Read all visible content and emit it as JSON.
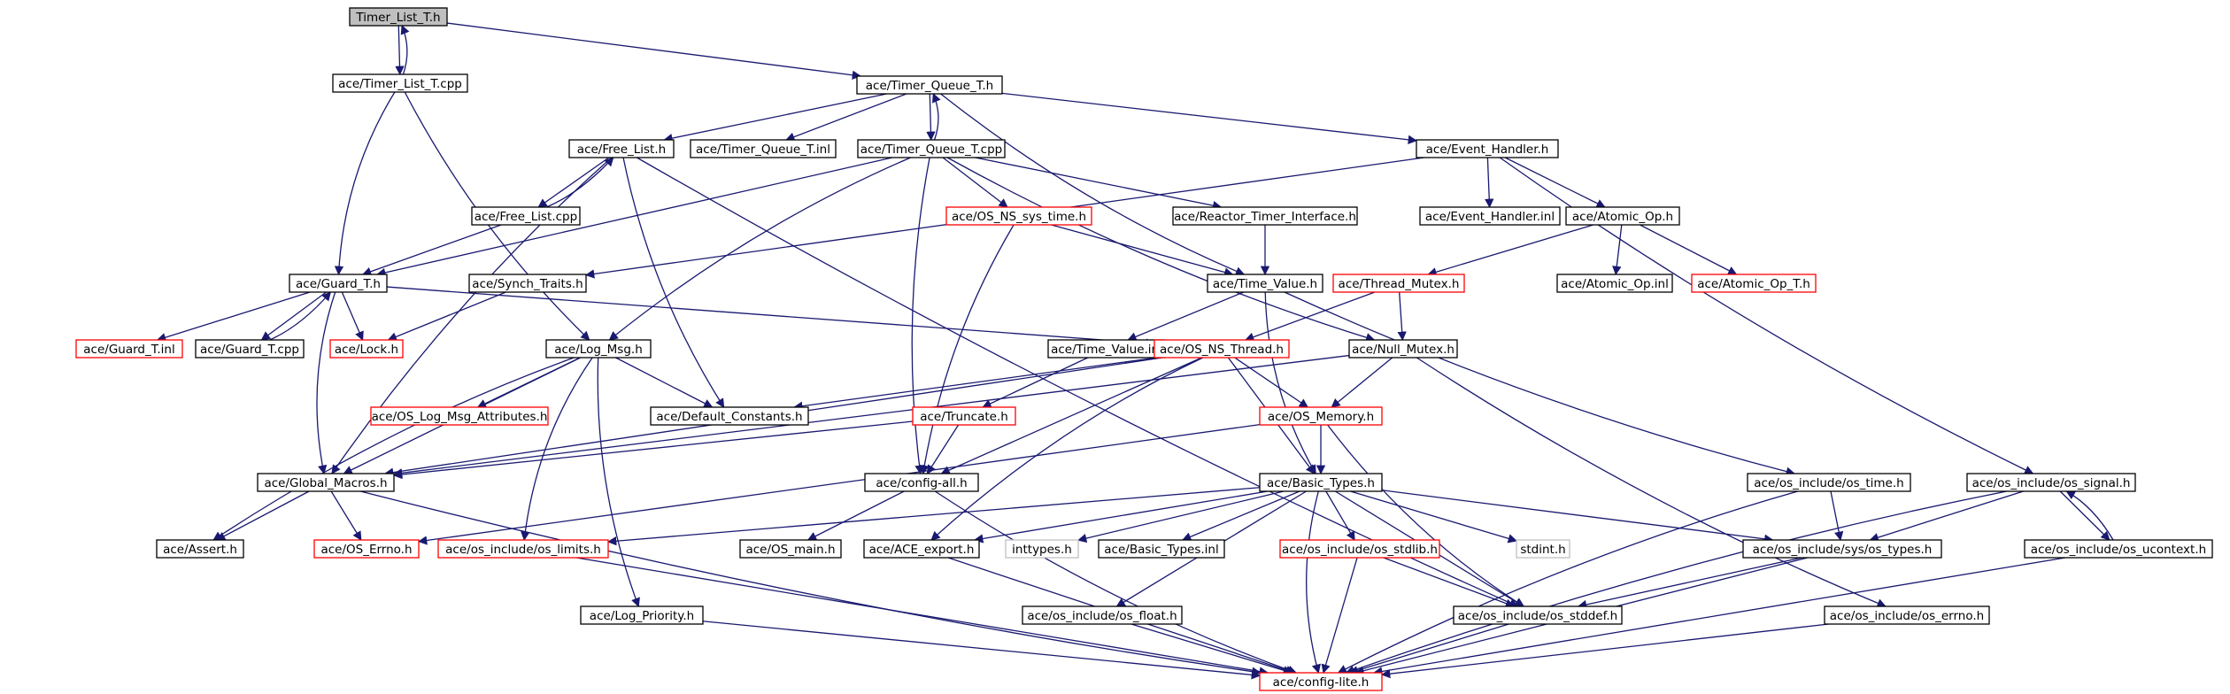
{
  "graph": {
    "nodes": [
      {
        "id": "timer_list_t_h",
        "label": "Timer_List_T.h",
        "style": "root"
      },
      {
        "id": "timer_list_t_cpp",
        "label": "ace/Timer_List_T.cpp",
        "style": "normal"
      },
      {
        "id": "timer_queue_t_h",
        "label": "ace/Timer_Queue_T.h",
        "style": "normal"
      },
      {
        "id": "free_list_h",
        "label": "ace/Free_List.h",
        "style": "normal"
      },
      {
        "id": "timer_queue_t_inl",
        "label": "ace/Timer_Queue_T.inl",
        "style": "normal"
      },
      {
        "id": "timer_queue_t_cpp",
        "label": "ace/Timer_Queue_T.cpp",
        "style": "normal"
      },
      {
        "id": "event_handler_h",
        "label": "ace/Event_Handler.h",
        "style": "normal"
      },
      {
        "id": "free_list_cpp",
        "label": "ace/Free_List.cpp",
        "style": "normal"
      },
      {
        "id": "os_ns_sys_time_h",
        "label": "ace/OS_NS_sys_time.h",
        "style": "red"
      },
      {
        "id": "reactor_timer_interface_h",
        "label": "ace/Reactor_Timer_Interface.h",
        "style": "normal"
      },
      {
        "id": "event_handler_inl",
        "label": "ace/Event_Handler.inl",
        "style": "normal"
      },
      {
        "id": "atomic_op_h",
        "label": "ace/Atomic_Op.h",
        "style": "normal"
      },
      {
        "id": "guard_t_h",
        "label": "ace/Guard_T.h",
        "style": "normal"
      },
      {
        "id": "synch_traits_h",
        "label": "ace/Synch_Traits.h",
        "style": "normal"
      },
      {
        "id": "time_value_h",
        "label": "ace/Time_Value.h",
        "style": "normal"
      },
      {
        "id": "thread_mutex_h",
        "label": "ace/Thread_Mutex.h",
        "style": "red"
      },
      {
        "id": "atomic_op_inl",
        "label": "ace/Atomic_Op.inl",
        "style": "normal"
      },
      {
        "id": "atomic_op_t_h",
        "label": "ace/Atomic_Op_T.h",
        "style": "red"
      },
      {
        "id": "guard_t_inl",
        "label": "ace/Guard_T.inl",
        "style": "red"
      },
      {
        "id": "guard_t_cpp",
        "label": "ace/Guard_T.cpp",
        "style": "normal"
      },
      {
        "id": "lock_h",
        "label": "ace/Lock.h",
        "style": "red"
      },
      {
        "id": "log_msg_h",
        "label": "ace/Log_Msg.h",
        "style": "normal"
      },
      {
        "id": "time_value_inl",
        "label": "ace/Time_Value.inl",
        "style": "normal"
      },
      {
        "id": "os_ns_thread_h",
        "label": "ace/OS_NS_Thread.h",
        "style": "red"
      },
      {
        "id": "null_mutex_h",
        "label": "ace/Null_Mutex.h",
        "style": "normal"
      },
      {
        "id": "os_log_msg_attributes_h",
        "label": "ace/OS_Log_Msg_Attributes.h",
        "style": "red"
      },
      {
        "id": "default_constants_h",
        "label": "ace/Default_Constants.h",
        "style": "normal"
      },
      {
        "id": "truncate_h",
        "label": "ace/Truncate.h",
        "style": "red"
      },
      {
        "id": "os_memory_h",
        "label": "ace/OS_Memory.h",
        "style": "red"
      },
      {
        "id": "global_macros_h",
        "label": "ace/Global_Macros.h",
        "style": "normal"
      },
      {
        "id": "config_all_h",
        "label": "ace/config-all.h",
        "style": "normal"
      },
      {
        "id": "basic_types_h",
        "label": "ace/Basic_Types.h",
        "style": "normal"
      },
      {
        "id": "os_include_os_time_h",
        "label": "ace/os_include/os_time.h",
        "style": "normal"
      },
      {
        "id": "os_include_os_signal_h",
        "label": "ace/os_include/os_signal.h",
        "style": "normal"
      },
      {
        "id": "assert_h",
        "label": "ace/Assert.h",
        "style": "normal"
      },
      {
        "id": "os_errno_h",
        "label": "ace/OS_Errno.h",
        "style": "red"
      },
      {
        "id": "os_include_os_limits_h",
        "label": "ace/os_include/os_limits.h",
        "style": "red"
      },
      {
        "id": "os_main_h",
        "label": "ace/OS_main.h",
        "style": "normal"
      },
      {
        "id": "ace_export_h",
        "label": "ace/ACE_export.h",
        "style": "normal"
      },
      {
        "id": "inttypes_h",
        "label": "inttypes.h",
        "style": "gray"
      },
      {
        "id": "basic_types_inl",
        "label": "ace/Basic_Types.inl",
        "style": "normal"
      },
      {
        "id": "os_include_os_stdlib_h",
        "label": "ace/os_include/os_stdlib.h",
        "style": "red"
      },
      {
        "id": "stdint_h",
        "label": "stdint.h",
        "style": "gray"
      },
      {
        "id": "os_include_sys_os_types_h",
        "label": "ace/os_include/sys/os_types.h",
        "style": "normal"
      },
      {
        "id": "os_include_os_ucontext_h",
        "label": "ace/os_include/os_ucontext.h",
        "style": "normal"
      },
      {
        "id": "log_priority_h",
        "label": "ace/Log_Priority.h",
        "style": "normal"
      },
      {
        "id": "os_include_os_float_h",
        "label": "ace/os_include/os_float.h",
        "style": "normal"
      },
      {
        "id": "os_include_os_stddef_h",
        "label": "ace/os_include/os_stddef.h",
        "style": "normal"
      },
      {
        "id": "os_include_os_errno_h",
        "label": "ace/os_include/os_errno.h",
        "style": "normal"
      },
      {
        "id": "config_lite_h",
        "label": "ace/config-lite.h",
        "style": "red"
      }
    ],
    "edges": [
      [
        "timer_list_t_h",
        "timer_list_t_cpp"
      ],
      [
        "timer_list_t_cpp",
        "timer_list_t_h"
      ],
      [
        "timer_list_t_h",
        "timer_queue_t_h"
      ],
      [
        "timer_list_t_cpp",
        "guard_t_h"
      ],
      [
        "timer_list_t_cpp",
        "log_msg_h"
      ],
      [
        "timer_queue_t_h",
        "free_list_h"
      ],
      [
        "timer_queue_t_h",
        "timer_queue_t_inl"
      ],
      [
        "timer_queue_t_h",
        "timer_queue_t_cpp"
      ],
      [
        "timer_queue_t_cpp",
        "timer_queue_t_h"
      ],
      [
        "timer_queue_t_h",
        "event_handler_h"
      ],
      [
        "timer_queue_t_h",
        "time_value_h"
      ],
      [
        "free_list_h",
        "free_list_cpp"
      ],
      [
        "free_list_cpp",
        "free_list_h"
      ],
      [
        "free_list_h",
        "default_constants_h"
      ],
      [
        "free_list_h",
        "os_include_os_stddef_h"
      ],
      [
        "free_list_h",
        "global_macros_h"
      ],
      [
        "free_list_cpp",
        "guard_t_h"
      ],
      [
        "timer_queue_t_cpp",
        "guard_t_h"
      ],
      [
        "timer_queue_t_cpp",
        "log_msg_h"
      ],
      [
        "timer_queue_t_cpp",
        "os_ns_sys_time_h"
      ],
      [
        "timer_queue_t_cpp",
        "reactor_timer_interface_h"
      ],
      [
        "timer_queue_t_cpp",
        "config_all_h"
      ],
      [
        "timer_queue_t_cpp",
        "null_mutex_h"
      ],
      [
        "event_handler_h",
        "event_handler_inl"
      ],
      [
        "event_handler_h",
        "atomic_op_h"
      ],
      [
        "event_handler_h",
        "synch_traits_h"
      ],
      [
        "event_handler_h",
        "os_include_os_signal_h"
      ],
      [
        "os_ns_sys_time_h",
        "time_value_h"
      ],
      [
        "os_ns_sys_time_h",
        "config_all_h"
      ],
      [
        "reactor_timer_interface_h",
        "time_value_h"
      ],
      [
        "atomic_op_h",
        "thread_mutex_h"
      ],
      [
        "atomic_op_h",
        "atomic_op_inl"
      ],
      [
        "atomic_op_h",
        "atomic_op_t_h"
      ],
      [
        "guard_t_h",
        "guard_t_inl"
      ],
      [
        "guard_t_h",
        "guard_t_cpp"
      ],
      [
        "guard_t_cpp",
        "guard_t_h"
      ],
      [
        "guard_t_h",
        "lock_h"
      ],
      [
        "guard_t_h",
        "os_ns_thread_h"
      ],
      [
        "guard_t_h",
        "global_macros_h"
      ],
      [
        "synch_traits_h",
        "lock_h"
      ],
      [
        "time_value_h",
        "time_value_inl"
      ],
      [
        "time_value_h",
        "basic_types_h"
      ],
      [
        "time_value_h",
        "os_include_os_time_h"
      ],
      [
        "thread_mutex_h",
        "os_ns_thread_h"
      ],
      [
        "thread_mutex_h",
        "null_mutex_h"
      ],
      [
        "log_msg_h",
        "os_log_msg_attributes_h"
      ],
      [
        "log_msg_h",
        "default_constants_h"
      ],
      [
        "log_msg_h",
        "global_macros_h"
      ],
      [
        "log_msg_h",
        "assert_h"
      ],
      [
        "log_msg_h",
        "os_include_os_limits_h"
      ],
      [
        "log_msg_h",
        "log_priority_h"
      ],
      [
        "time_value_inl",
        "truncate_h"
      ],
      [
        "os_ns_thread_h",
        "default_constants_h"
      ],
      [
        "os_ns_thread_h",
        "global_macros_h"
      ],
      [
        "os_ns_thread_h",
        "os_memory_h"
      ],
      [
        "os_ns_thread_h",
        "basic_types_h"
      ],
      [
        "os_ns_thread_h",
        "config_all_h"
      ],
      [
        "os_ns_thread_h",
        "ace_export_h"
      ],
      [
        "null_mutex_h",
        "os_memory_h"
      ],
      [
        "null_mutex_h",
        "global_macros_h"
      ],
      [
        "null_mutex_h",
        "os_include_os_errno_h"
      ],
      [
        "truncate_h",
        "global_macros_h"
      ],
      [
        "truncate_h",
        "config_all_h"
      ],
      [
        "os_memory_h",
        "basic_types_h"
      ],
      [
        "os_memory_h",
        "os_include_os_stddef_h"
      ],
      [
        "os_memory_h",
        "os_errno_h"
      ],
      [
        "global_macros_h",
        "assert_h"
      ],
      [
        "global_macros_h",
        "os_errno_h"
      ],
      [
        "global_macros_h",
        "config_lite_h"
      ],
      [
        "config_all_h",
        "os_main_h"
      ],
      [
        "config_all_h",
        "config_lite_h"
      ],
      [
        "basic_types_h",
        "os_include_os_limits_h"
      ],
      [
        "basic_types_h",
        "ace_export_h"
      ],
      [
        "basic_types_h",
        "inttypes_h"
      ],
      [
        "basic_types_h",
        "basic_types_inl"
      ],
      [
        "basic_types_h",
        "os_include_os_float_h"
      ],
      [
        "basic_types_h",
        "os_include_os_stdlib_h"
      ],
      [
        "basic_types_h",
        "stdint_h"
      ],
      [
        "basic_types_h",
        "os_include_os_stddef_h"
      ],
      [
        "basic_types_h",
        "os_include_sys_os_types_h"
      ],
      [
        "basic_types_h",
        "config_lite_h"
      ],
      [
        "os_include_os_time_h",
        "os_include_sys_os_types_h"
      ],
      [
        "os_include_os_time_h",
        "config_lite_h"
      ],
      [
        "os_include_os_signal_h",
        "os_include_sys_os_types_h"
      ],
      [
        "os_include_os_signal_h",
        "os_include_os_ucontext_h"
      ],
      [
        "os_include_os_ucontext_h",
        "os_include_os_signal_h"
      ],
      [
        "os_include_os_signal_h",
        "config_lite_h"
      ],
      [
        "os_include_os_limits_h",
        "config_lite_h"
      ],
      [
        "ace_export_h",
        "config_lite_h"
      ],
      [
        "os_include_os_stdlib_h",
        "os_include_os_stddef_h"
      ],
      [
        "os_include_os_stdlib_h",
        "config_lite_h"
      ],
      [
        "os_include_sys_os_types_h",
        "os_include_os_stddef_h"
      ],
      [
        "os_include_sys_os_types_h",
        "config_lite_h"
      ],
      [
        "os_include_os_ucontext_h",
        "config_lite_h"
      ],
      [
        "log_priority_h",
        "config_lite_h"
      ],
      [
        "os_include_os_float_h",
        "config_lite_h"
      ],
      [
        "os_include_os_stddef_h",
        "config_lite_h"
      ],
      [
        "os_include_os_errno_h",
        "config_lite_h"
      ]
    ]
  }
}
